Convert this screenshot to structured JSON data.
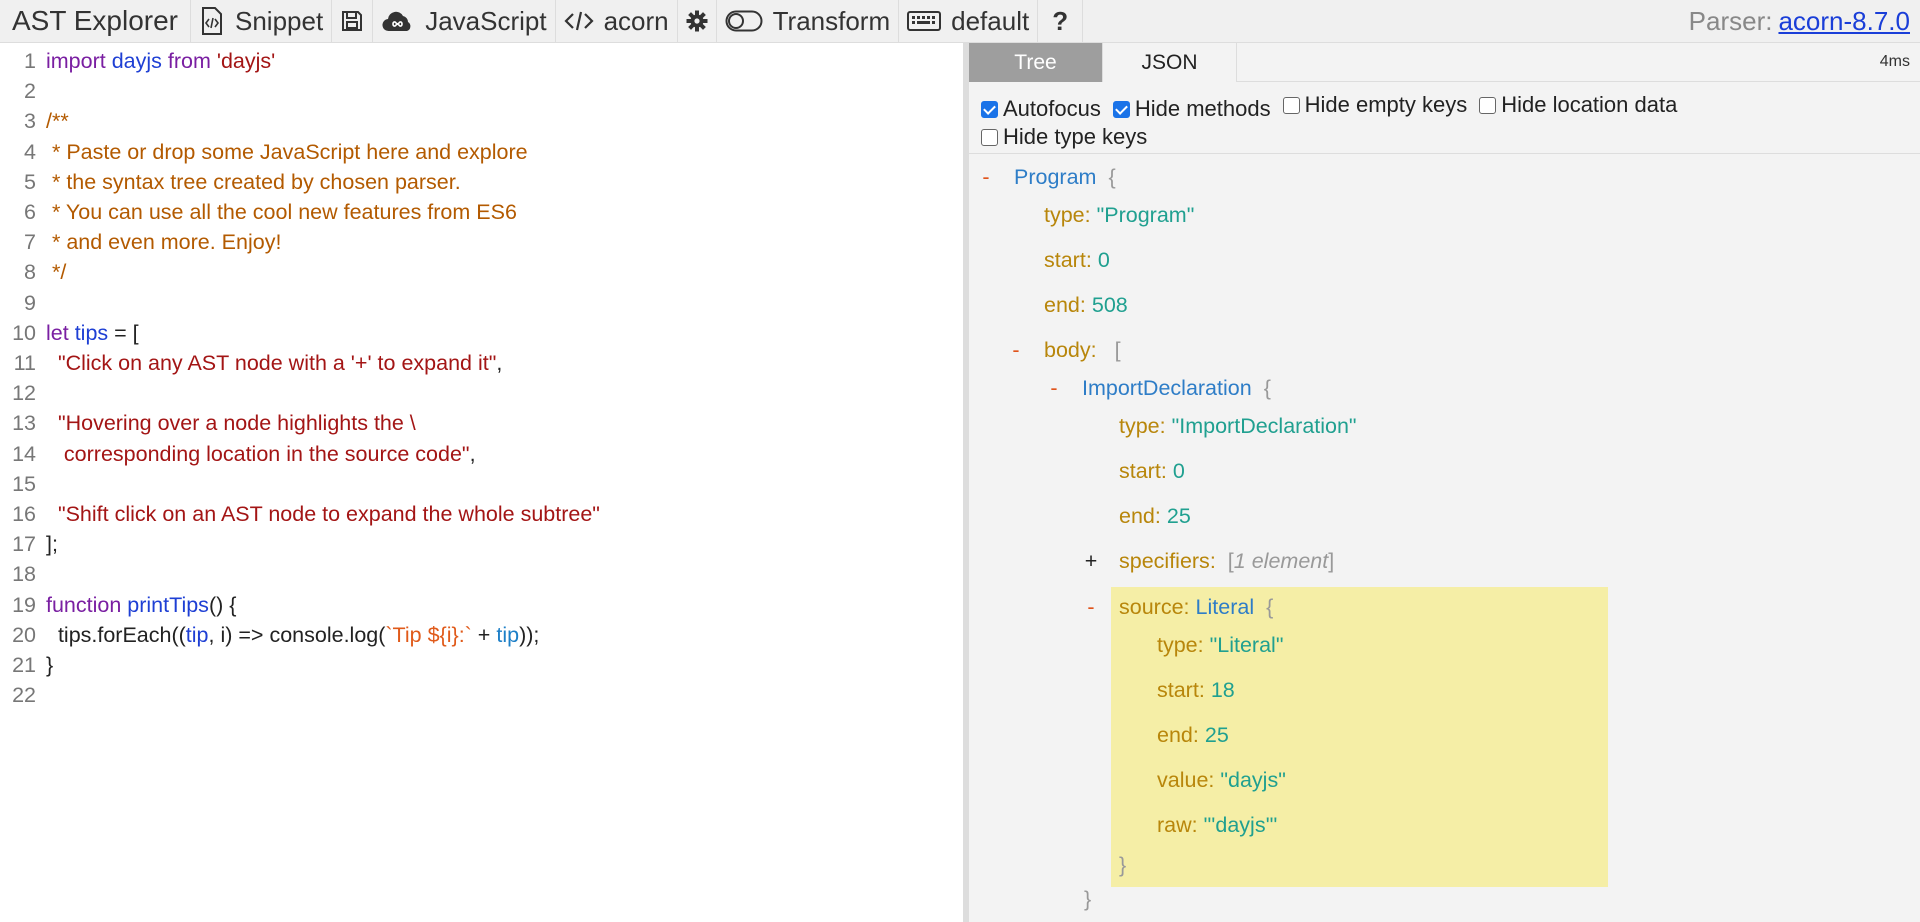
{
  "toolbar": {
    "brand": "AST Explorer",
    "snippet": "Snippet",
    "language": "JavaScript",
    "parser_name": "acorn",
    "transform": "Transform",
    "keymap": "default",
    "help": "?",
    "parser_label": "Parser:",
    "parser_version": "acorn-8.7.0"
  },
  "editor": {
    "lines": [
      {
        "n": "1",
        "tokens": [
          [
            "kw",
            "import "
          ],
          [
            "def",
            "dayjs "
          ],
          [
            "kw",
            "from "
          ],
          [
            "str",
            "'dayjs'"
          ]
        ]
      },
      {
        "n": "2",
        "tokens": []
      },
      {
        "n": "3",
        "tokens": [
          [
            "com",
            "/**"
          ]
        ]
      },
      {
        "n": "4",
        "tokens": [
          [
            "com",
            " * Paste or drop some JavaScript here and explore"
          ]
        ]
      },
      {
        "n": "5",
        "tokens": [
          [
            "com",
            " * the syntax tree created by chosen parser."
          ]
        ]
      },
      {
        "n": "6",
        "tokens": [
          [
            "com",
            " * You can use all the cool new features from ES6"
          ]
        ]
      },
      {
        "n": "7",
        "tokens": [
          [
            "com",
            " * and even more. Enjoy!"
          ]
        ]
      },
      {
        "n": "8",
        "tokens": [
          [
            "com",
            " */"
          ]
        ]
      },
      {
        "n": "9",
        "tokens": []
      },
      {
        "n": "10",
        "tokens": [
          [
            "kw",
            "let "
          ],
          [
            "def",
            "tips"
          ],
          [
            "txt",
            " = ["
          ]
        ]
      },
      {
        "n": "11",
        "tokens": [
          [
            "str",
            "  \"Click on any AST node with a '+' to expand it\""
          ],
          [
            "txt",
            ","
          ]
        ]
      },
      {
        "n": "12",
        "tokens": []
      },
      {
        "n": "13",
        "tokens": [
          [
            "str",
            "  \"Hovering over a node highlights the \\"
          ]
        ]
      },
      {
        "n": "14",
        "tokens": [
          [
            "str",
            "   corresponding location in the source code\""
          ],
          [
            "txt",
            ","
          ]
        ]
      },
      {
        "n": "15",
        "tokens": []
      },
      {
        "n": "16",
        "tokens": [
          [
            "str",
            "  \"Shift click on an AST node to expand the whole subtree\""
          ]
        ]
      },
      {
        "n": "17",
        "tokens": [
          [
            "txt",
            "];"
          ]
        ]
      },
      {
        "n": "18",
        "tokens": []
      },
      {
        "n": "19",
        "tokens": [
          [
            "kw",
            "function "
          ],
          [
            "def",
            "printTips"
          ],
          [
            "txt",
            "() {"
          ]
        ]
      },
      {
        "n": "20",
        "tokens": [
          [
            "txt",
            "  tips.forEach(("
          ],
          [
            "def",
            "tip"
          ],
          [
            "txt",
            ", i) => console.log("
          ],
          [
            "tpl",
            "`Tip ${i}:`"
          ],
          [
            "txt",
            " + "
          ],
          [
            "var2",
            "tip"
          ],
          [
            "txt",
            "));"
          ]
        ]
      },
      {
        "n": "21",
        "tokens": [
          [
            "txt",
            "}"
          ]
        ]
      },
      {
        "n": "22",
        "tokens": []
      }
    ]
  },
  "output": {
    "tabs": [
      "Tree",
      "JSON"
    ],
    "timing": "4ms",
    "options": [
      {
        "label": "Autofocus",
        "checked": true
      },
      {
        "label": "Hide methods",
        "checked": true
      },
      {
        "label": "Hide empty keys",
        "checked": false
      },
      {
        "label": "Hide location data",
        "checked": false
      },
      {
        "label": "Hide type keys",
        "checked": false
      }
    ],
    "tree": {
      "program": {
        "toggle": "-",
        "name": "Program",
        "brace": "{"
      },
      "program_props": [
        {
          "key": "type",
          "value": "\"Program\""
        },
        {
          "key": "start",
          "value": "0"
        },
        {
          "key": "end",
          "value": "508"
        }
      ],
      "body": {
        "toggle": "-",
        "key": "body",
        "bracket": "["
      },
      "import_decl": {
        "toggle": "-",
        "name": "ImportDeclaration",
        "brace": "{"
      },
      "import_props": [
        {
          "key": "type",
          "value": "\"ImportDeclaration\""
        },
        {
          "key": "start",
          "value": "0"
        },
        {
          "key": "end",
          "value": "25"
        }
      ],
      "specifiers": {
        "toggle": "+",
        "key": "specifiers",
        "open": "[",
        "summary": "1 element",
        "close": "]"
      },
      "source": {
        "toggle": "-",
        "key": "source",
        "type_name": "Literal",
        "brace": "{"
      },
      "source_props": [
        {
          "key": "type",
          "value": "\"Literal\""
        },
        {
          "key": "start",
          "value": "18"
        },
        {
          "key": "end",
          "value": "25"
        },
        {
          "key": "value",
          "value": "\"dayjs\""
        },
        {
          "key": "raw",
          "value": "\"'dayjs'\""
        }
      ],
      "close_source": "}",
      "close_import": "}"
    }
  }
}
